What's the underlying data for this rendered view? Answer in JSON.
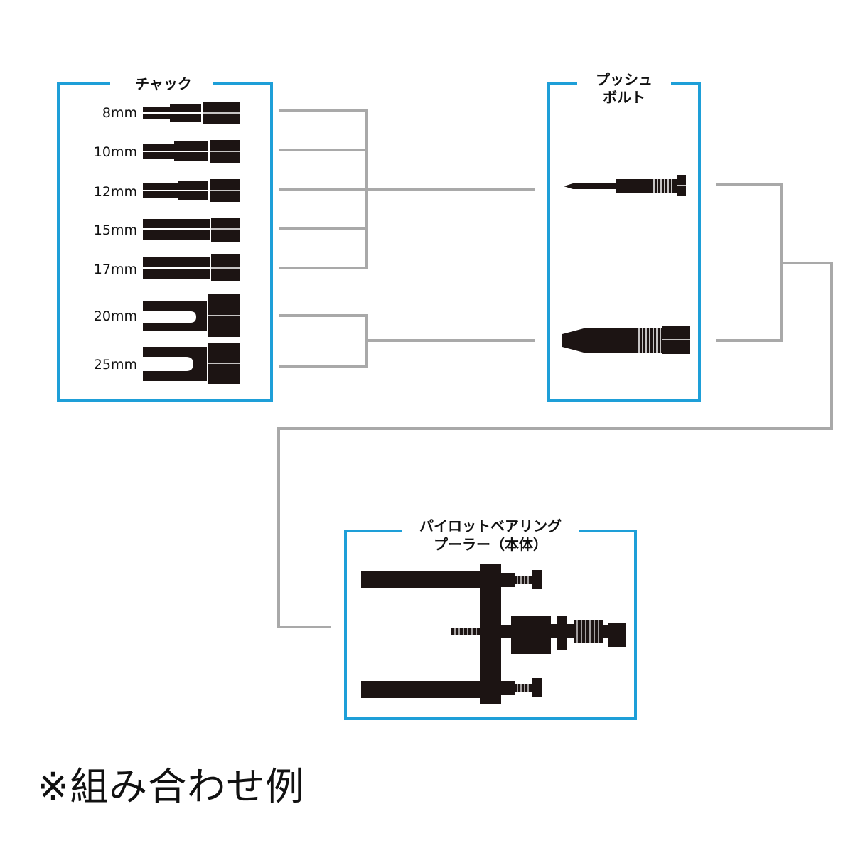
{
  "chuck_box": {
    "title": "チャック",
    "sizes": [
      "8mm",
      "10mm",
      "12mm",
      "15mm",
      "17mm",
      "20mm",
      "25mm"
    ]
  },
  "push_bolt_box": {
    "title_line1": "プッシュ",
    "title_line2": "ボルト"
  },
  "puller_box": {
    "title_line1": "パイロットベアリング",
    "title_line2": "プーラー（本体）"
  },
  "footer_note": "※組み合わせ例",
  "colors": {
    "frame_blue": "#1e9fd8",
    "connector_gray": "#a9a9a9",
    "part_dark": "#1c1413"
  }
}
